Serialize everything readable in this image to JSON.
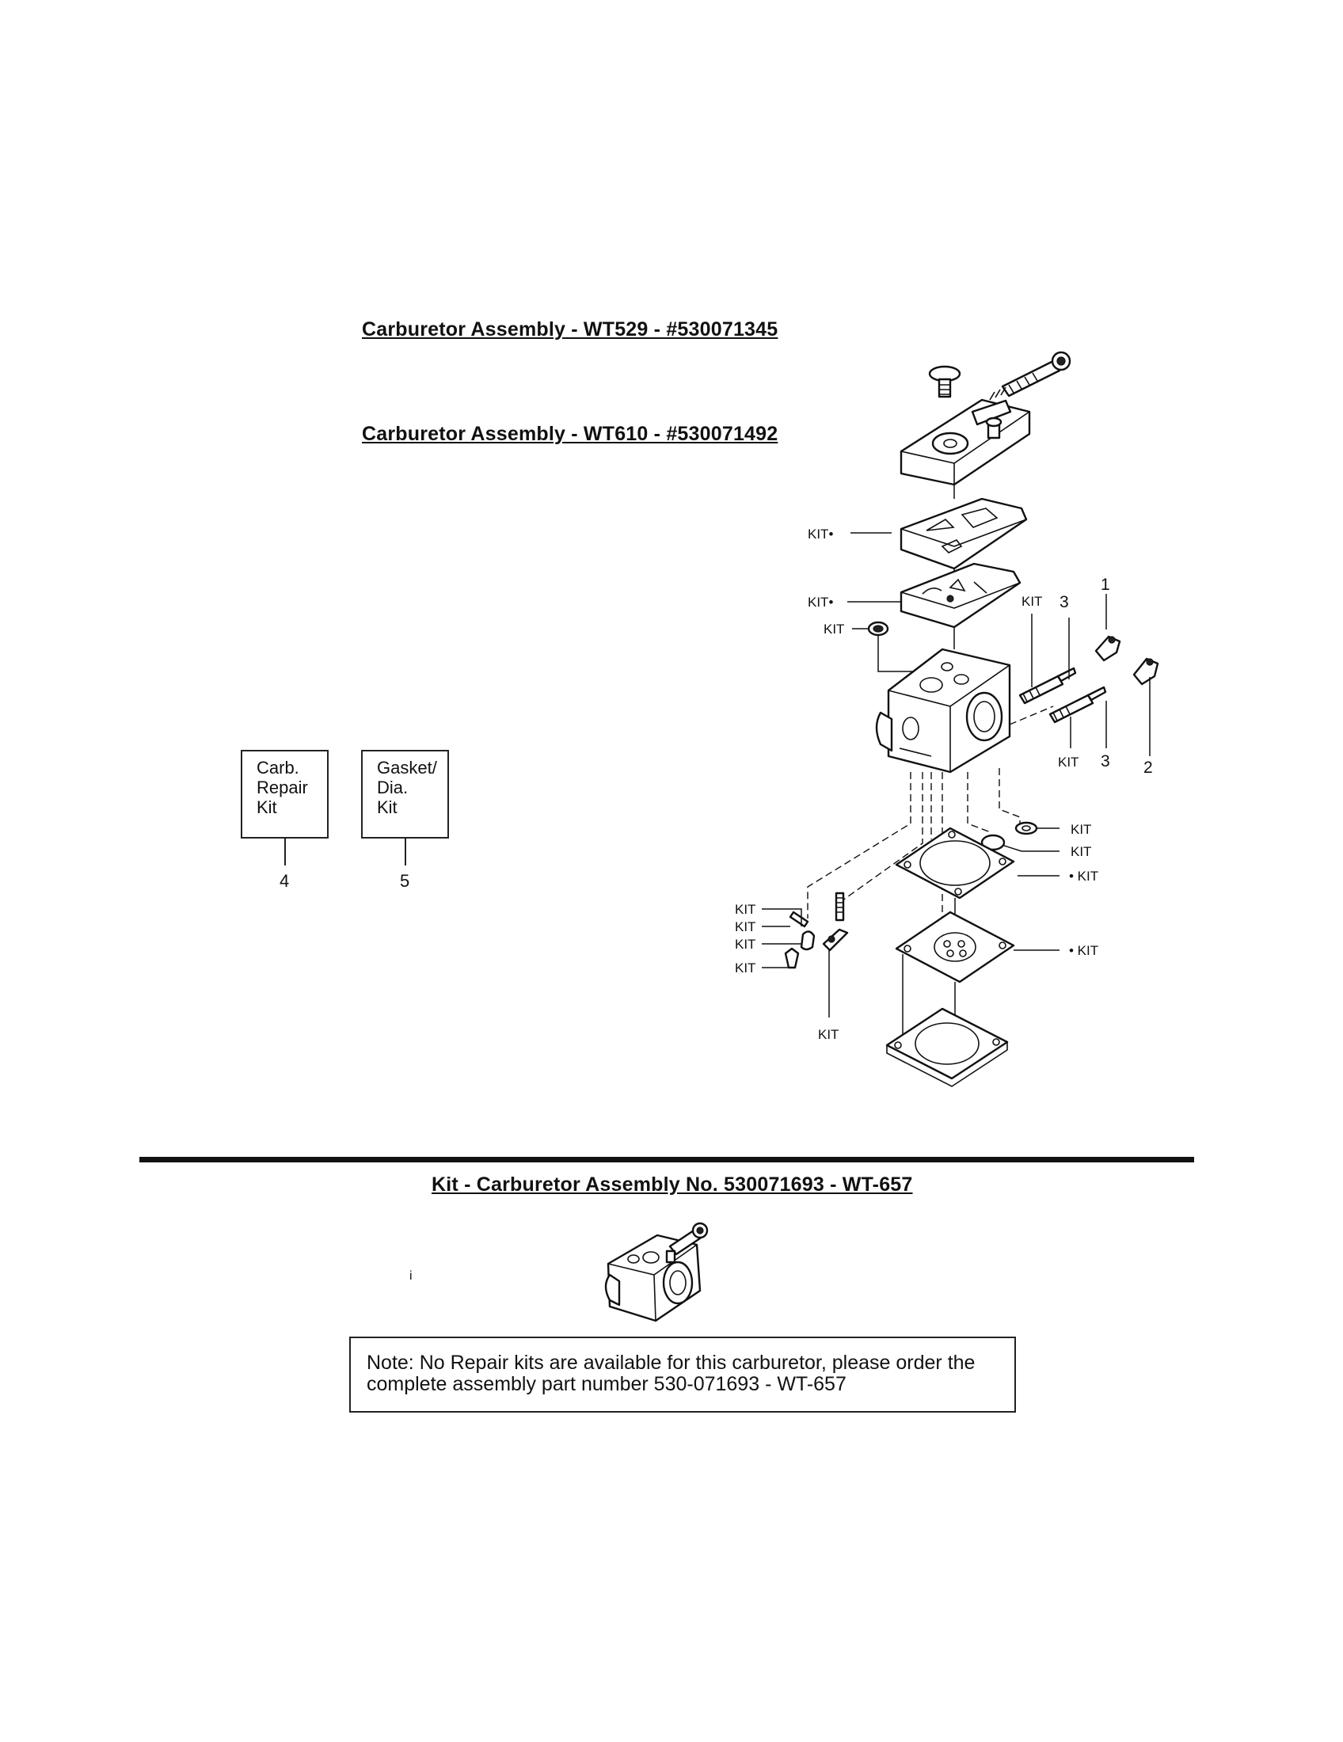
{
  "titles": {
    "wt529": "Carburetor Assembly - WT529 - #530071345",
    "wt610": "Carburetor Assembly - WT610 - #530071492",
    "wt657": "Kit - Carburetor Assembly No. 530071693 - WT-657"
  },
  "kit_boxes": [
    {
      "lines": [
        "Carb.",
        "Repair",
        "Kit"
      ],
      "number": "4"
    },
    {
      "lines": [
        "Gasket/",
        "Dia.",
        "Kit"
      ],
      "number": "5"
    }
  ],
  "diagram_labels": {
    "kit": "KIT",
    "kit_dot": "KIT•",
    "dot_kit": "• KIT",
    "numbers": [
      "1",
      "2",
      "3"
    ]
  },
  "note": {
    "line1": "Note: No Repair kits are available for this carburetor, please order the",
    "line2": "complete assembly part number 530-071693 - WT-657"
  },
  "stray_mark": "i"
}
